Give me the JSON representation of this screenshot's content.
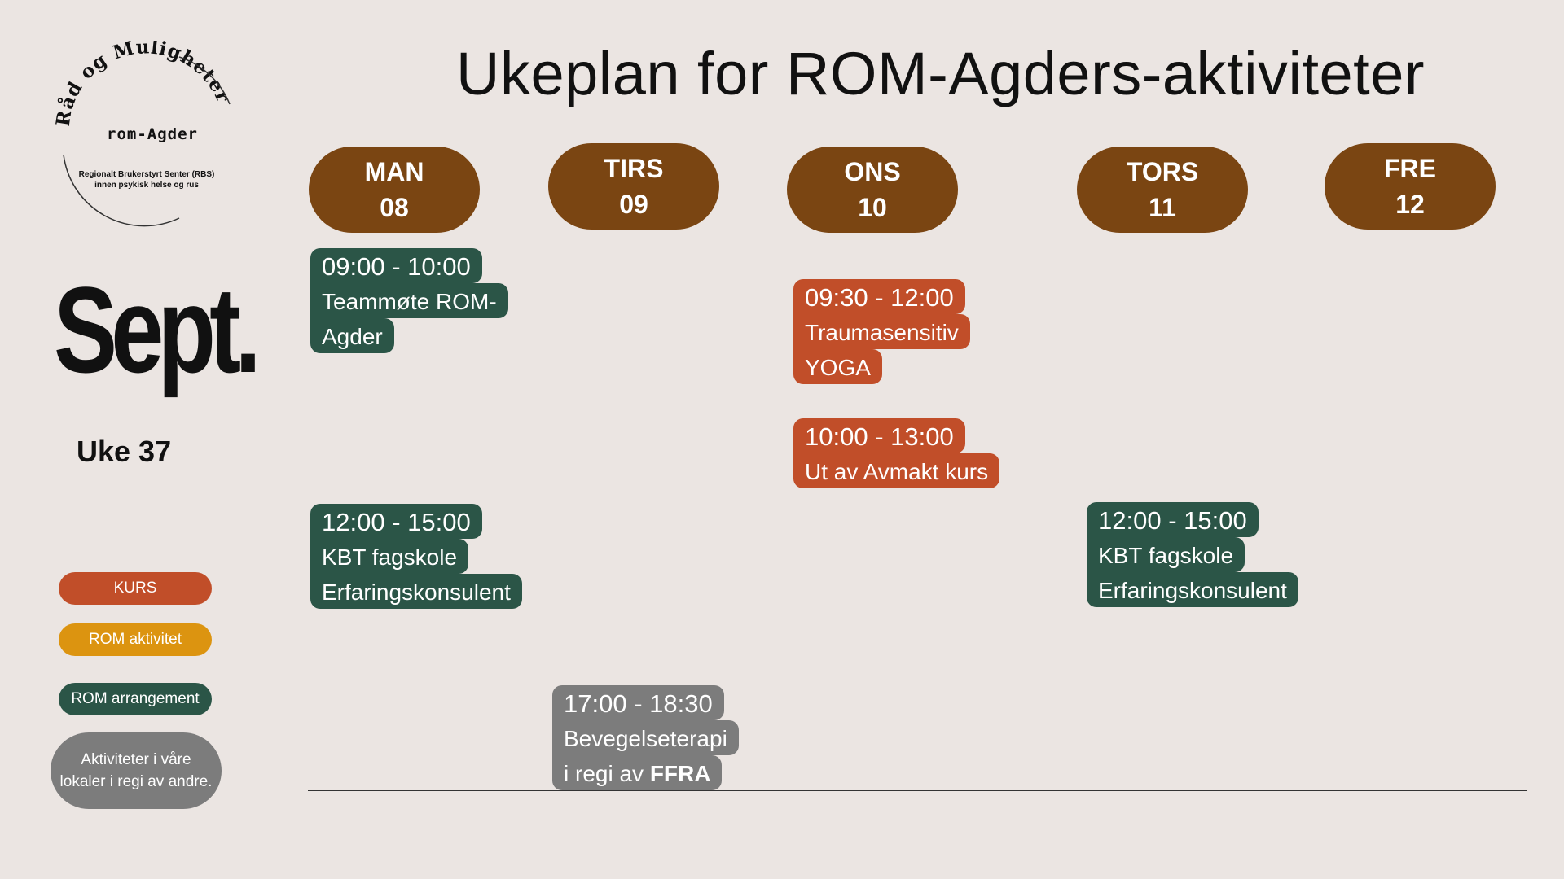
{
  "title": "Ukeplan for ROM-Agders-aktiviteter",
  "logo": {
    "arc_text": "Råd og Muligheter",
    "brand": "rom-Agder",
    "subtitle_1": "Regionalt Brukerstyrt Senter (RBS)",
    "subtitle_2": "innen psykisk helse og rus"
  },
  "month": "Sept.",
  "week": "Uke 37",
  "days": [
    {
      "name": "MAN",
      "date": "08"
    },
    {
      "name": "TIRS",
      "date": "09"
    },
    {
      "name": "ONS",
      "date": "10"
    },
    {
      "name": "TORS",
      "date": "11"
    },
    {
      "name": "FRE",
      "date": "12"
    }
  ],
  "events": {
    "mon_1": {
      "time": "09:00 - 10:00",
      "line1": "Teammøte ROM-",
      "line2": "Agder"
    },
    "mon_2": {
      "time": "12:00 - 15:00",
      "line1": "KBT fagskole",
      "line2": "Erfaringskonsulent"
    },
    "tue_1": {
      "time": "17:00 - 18:30",
      "line1": "Bevegelseterapi",
      "line2_prefix": "i regi av ",
      "line2_bold": "FFRA"
    },
    "wed_1": {
      "time": "09:30 - 12:00",
      "line1": "Traumasensitiv",
      "line2": "YOGA"
    },
    "wed_2": {
      "time": "10:00 - 13:00",
      "line1": "Ut av Avmakt kurs"
    },
    "thu_1": {
      "time": "12:00 - 15:00",
      "line1": "KBT fagskole",
      "line2": "Erfaringskonsulent"
    }
  },
  "legend": {
    "kurs": "KURS",
    "rom_aktivitet": "ROM aktivitet",
    "rom_arrangement": "ROM arrangement",
    "others_1": "Aktiviteter i våre",
    "others_2": "lokaler i  regi av andre."
  },
  "colors": {
    "background": "#ebe5e2",
    "day_pill": "#7a4512",
    "kurs": "#c14e29",
    "rom_aktivitet": "#dc9410",
    "rom_arrangement": "#2b5547",
    "others": "#7c7c7c"
  }
}
